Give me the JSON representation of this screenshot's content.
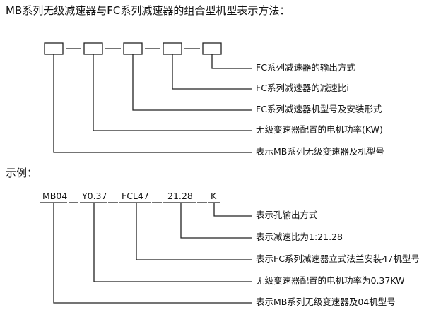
{
  "title": "MB系列无级减速器与FC系列减速器的组合型机型表示方法：",
  "format_labels": [
    "FC系列减速器的输出方式",
    "FC系列减速器的减速比i",
    "FC系列减速器机型号及安装形式",
    "无级变速器配置的电机功率(KW)",
    "表示MB系列无级变速器及机型号"
  ],
  "example_title": "示例：",
  "example_codes": [
    "MB04",
    "Y0.37",
    "FCL47",
    "21.28",
    "K"
  ],
  "example_labels": [
    "表示孔输出方式",
    "表示减速比为1:21.28",
    "表示FC系列减速器立式法兰安装47机型号",
    "无级变速器配置的电机功率为0.37KW",
    "表示MB系列无级变速器及04机型号"
  ]
}
